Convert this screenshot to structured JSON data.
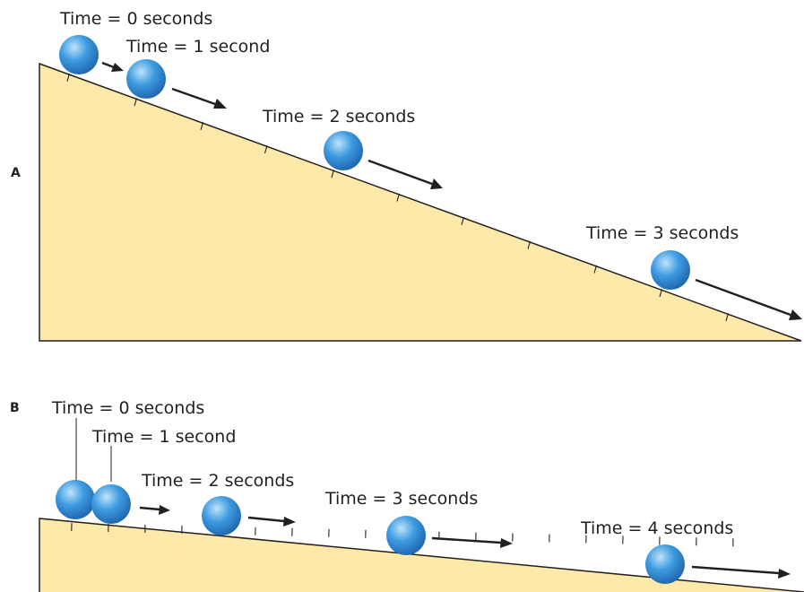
{
  "panel_a": {
    "part_label": "A",
    "labels": [
      "Time = 0 seconds",
      "Time = 1 second",
      "Time = 2 seconds",
      "Time = 3 seconds"
    ]
  },
  "panel_b": {
    "part_label": "B",
    "labels": [
      "Time = 0 seconds",
      "Time = 1 second",
      "Time = 2 seconds",
      "Time = 3 seconds",
      "Time = 4 seconds"
    ]
  },
  "colors": {
    "ramp_fill": "#fde9a9",
    "ball_light": "#bfe3fb",
    "ball_mid": "#3d9be0",
    "ball_dark": "#1c5fa8",
    "ink": "#231f20"
  }
}
